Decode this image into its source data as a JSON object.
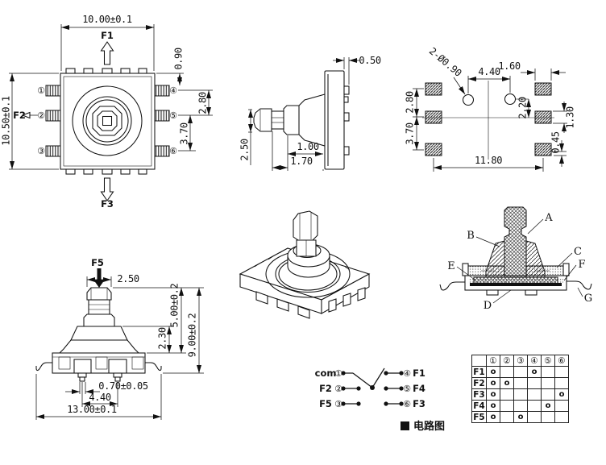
{
  "front_view": {
    "dim_width": "10.00±0.1",
    "dim_height": "10.50±0.1",
    "dim_pin_top": "0.90",
    "dim_pitch_upper": "2.80",
    "dim_pitch_lower": "3.70",
    "f1": "F1",
    "f2": "F2",
    "f3": "F3",
    "pins": [
      "①",
      "②",
      "③",
      "④",
      "⑤",
      "⑥"
    ]
  },
  "side_view": {
    "dim_tab": "0.50",
    "dim_knob": "2.50",
    "dim_flange": "1.00",
    "dim_shaft": "1.70"
  },
  "pcb_view": {
    "holes_label": "2-Ø0.90",
    "dim_hole_pitch": "4.40",
    "dim_pad_w": "1.60",
    "dim_rows_upper": "2.80",
    "dim_rows_lower": "3.70",
    "dim_hole_offset": "2.20",
    "dim_pad_h": "1.30",
    "dim_pad_gap": "0.45",
    "dim_span": "11.80"
  },
  "elevation_view": {
    "f5": "F5",
    "dim_knob": "2.50",
    "dim_stem": "5.00±0.2",
    "dim_base": "2.30",
    "dim_total": "9.00±0.2",
    "dim_foot": "0.70±0.05",
    "dim_foot_pitch": "4.40",
    "dim_span": "13.00±0.1"
  },
  "section_view": {
    "a": "A",
    "b": "B",
    "c": "C",
    "d": "D",
    "e": "E",
    "f": "F",
    "g": "G"
  },
  "circuit": {
    "left": [
      {
        "name": "com",
        "pin": "①"
      },
      {
        "name": "F2",
        "pin": "②"
      },
      {
        "name": "F5",
        "pin": "③"
      }
    ],
    "right": [
      {
        "pin": "④",
        "name": "F1"
      },
      {
        "pin": "⑤",
        "name": "F4"
      },
      {
        "pin": "⑥",
        "name": "F3"
      }
    ],
    "caption": "电路图"
  },
  "contact_table": {
    "headers": [
      "①",
      "②",
      "③",
      "④",
      "⑤",
      "⑥"
    ],
    "rows": [
      {
        "label": "F1",
        "marks": [
          "o",
          "",
          "",
          "o",
          "",
          ""
        ]
      },
      {
        "label": "F2",
        "marks": [
          "o",
          "o",
          "",
          "",
          "",
          ""
        ]
      },
      {
        "label": "F3",
        "marks": [
          "o",
          "",
          "",
          "",
          "",
          "o"
        ]
      },
      {
        "label": "F4",
        "marks": [
          "o",
          "",
          "",
          "",
          "o",
          ""
        ]
      },
      {
        "label": "F5",
        "marks": [
          "o",
          "",
          "o",
          "",
          "",
          ""
        ]
      }
    ]
  }
}
